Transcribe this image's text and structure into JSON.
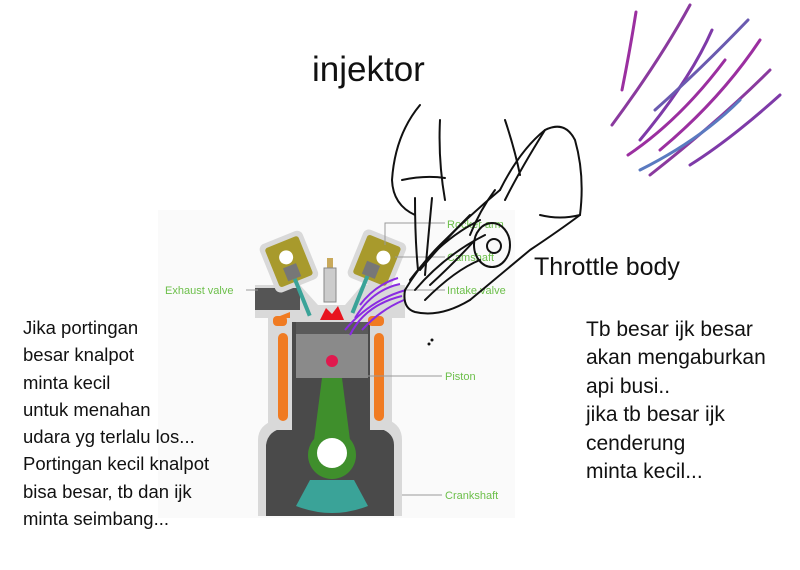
{
  "annotations": {
    "injector_label": "injektor",
    "throttle_body_label": "Throttle body",
    "left_note": [
      "Jika portingan",
      "besar knalpot",
      "minta kecil",
      "untuk menahan",
      "udara yg terlalu los...",
      "Portingan kecil knalpot",
      "bisa besar, tb dan ijk",
      "minta seimbang..."
    ],
    "right_note": [
      "Tb besar ijk besar",
      "akan mengaburkan",
      "api busi..",
      "jika tb besar ijk",
      "cenderung",
      "minta kecil..."
    ]
  },
  "engine_diagram": {
    "labels": {
      "exhaust_valve": "Exhaust valve",
      "rocker_arm": "Rocker arm",
      "camshaft": "Camshaft",
      "intake_valve": "Intake valve",
      "piston": "Piston",
      "crankshaft": "Crankshaft"
    },
    "colors": {
      "label": "#6cbf4a",
      "block": "#d9d9d9",
      "dark": "#4a4a4a",
      "coolant": "#f07b22",
      "rod": "#3f8f2c",
      "counterweight": "#3aa398",
      "cam_housing": "#a89a2c",
      "spark": "#e8141e",
      "ink": "#111111",
      "spray": "#8a2be2"
    }
  }
}
